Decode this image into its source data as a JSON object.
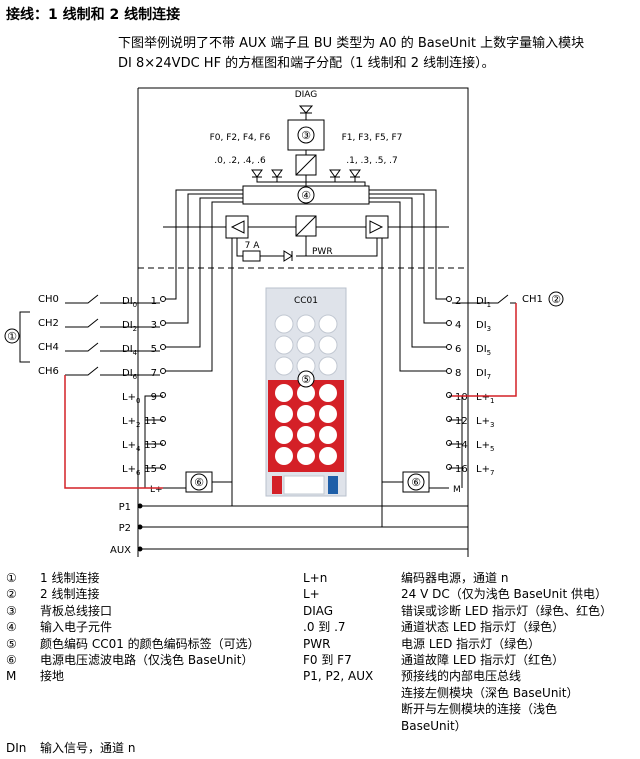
{
  "title": "接线：1 线制和 2 线制连接",
  "intro": [
    "下图举例说明了不带 AUX 端子且 BU 类型为 A0 的 BaseUnit 上数字量输入模块",
    "DI 8×24VDC HF 的方框图和端子分配（1 线制和 2 线制连接）。"
  ],
  "diagram": {
    "diag": "DIAG",
    "f_left": "F0, F2, F4, F6",
    "f_right": "F1, F3, F5, F7",
    "led_left": ".0, .2, .4, .6",
    "led_right": ".1, .3, .5, .7",
    "fuse": "7 A",
    "pwr": "PWR",
    "cc": "CC01",
    "mark3": "③",
    "mark4": "④",
    "mark5": "⑤",
    "mark6": "⑥",
    "mark1": "①",
    "mark2": "②",
    "ch_left": [
      "CH0",
      "CH2",
      "CH4",
      "CH6"
    ],
    "ch_right": "CH1",
    "left_terms": [
      {
        "num": "1",
        "sym": "DI",
        "sub": "0"
      },
      {
        "num": "3",
        "sym": "DI",
        "sub": "2"
      },
      {
        "num": "5",
        "sym": "DI",
        "sub": "4"
      },
      {
        "num": "7",
        "sym": "DI",
        "sub": "6"
      },
      {
        "num": "9",
        "sym": "L+",
        "sub": "0"
      },
      {
        "num": "11",
        "sym": "L+",
        "sub": "2"
      },
      {
        "num": "13",
        "sym": "L+",
        "sub": "4"
      },
      {
        "num": "15",
        "sym": "L+",
        "sub": "6"
      }
    ],
    "right_terms": [
      {
        "num": "2",
        "sym": "DI",
        "sub": "1"
      },
      {
        "num": "4",
        "sym": "DI",
        "sub": "3"
      },
      {
        "num": "6",
        "sym": "DI",
        "sub": "5"
      },
      {
        "num": "8",
        "sym": "DI",
        "sub": "7"
      },
      {
        "num": "10",
        "sym": "L+",
        "sub": "1"
      },
      {
        "num": "12",
        "sym": "L+",
        "sub": "3"
      },
      {
        "num": "14",
        "sym": "L+",
        "sub": "5"
      },
      {
        "num": "16",
        "sym": "L+",
        "sub": "7"
      }
    ],
    "lplus": "L+",
    "m": "M",
    "bus": [
      "P1",
      "P2",
      "AUX"
    ],
    "colors": {
      "red": "#d42027",
      "blue": "#1f5fa8",
      "light": "#dfe3ea",
      "dark": "#000000"
    }
  },
  "legend": {
    "col1": [
      {
        "key": "①",
        "text": "1 线制连接"
      },
      {
        "key": "②",
        "text": "2 线制连接"
      },
      {
        "key": "③",
        "text": "背板总线接口"
      },
      {
        "key": "④",
        "text": "输入电子元件"
      },
      {
        "key": "⑤",
        "text": "颜色编码 CC01 的颜色编码标签（可选）"
      },
      {
        "key": "⑥",
        "text": "电源电压滤波电路（仅浅色 BaseUnit）"
      },
      {
        "key": "M",
        "text": "接地"
      }
    ],
    "col2": [
      {
        "key": "L+n",
        "text": "编码器电源，通道 n"
      },
      {
        "key": "L+",
        "text": "24 V DC（仅为浅色 BaseUnit 供电）"
      },
      {
        "key": "DIAG",
        "text": "错误或诊断 LED 指示灯（绿色、红色）"
      },
      {
        "key": ".0 到 .7",
        "text": "通道状态 LED 指示灯（绿色）"
      },
      {
        "key": "PWR",
        "text": "电源 LED 指示灯（绿色）"
      },
      {
        "key": "F0 到 F7",
        "text": "通道故障 LED 指示灯（红色）"
      },
      {
        "key": "P1, P2, AUX",
        "text": "预接线的内部电压总线"
      }
    ],
    "bus_extra": [
      "连接左侧模块（深色 BaseUnit）",
      "断开与左侧模块的连接（浅色",
      "BaseUnit）"
    ],
    "di_key": "DIn",
    "di_text": "输入信号，通道 n"
  }
}
